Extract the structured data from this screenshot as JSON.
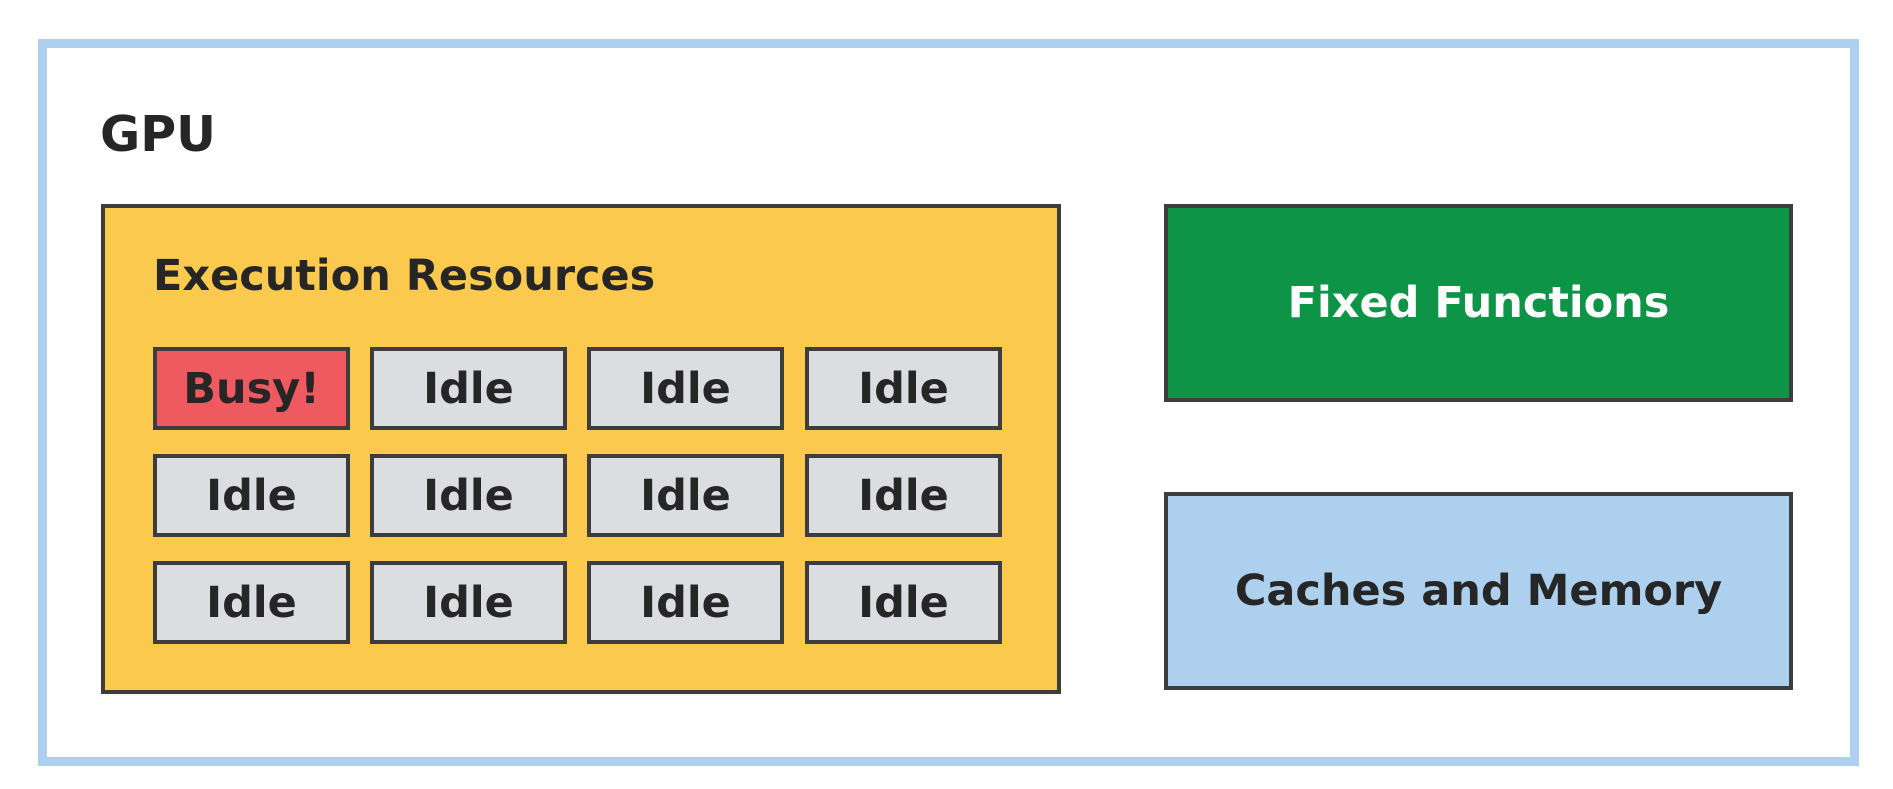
{
  "gpu": {
    "title": "GPU"
  },
  "execution_resources": {
    "title": "Execution Resources",
    "units": [
      [
        "Busy!",
        "Idle",
        "Idle",
        "Idle"
      ],
      [
        "Idle",
        "Idle",
        "Idle",
        "Idle"
      ],
      [
        "Idle",
        "Idle",
        "Idle",
        "Idle"
      ]
    ]
  },
  "fixed_functions": {
    "label": "Fixed Functions"
  },
  "caches_memory": {
    "label": "Caches and Memory"
  },
  "colors": {
    "frame_border": "#acd0ee",
    "execution_bg": "#fbc94d",
    "busy_unit": "#ef5a61",
    "idle_unit": "#dcdde0",
    "fixed_functions_bg": "#0d9447",
    "caches_memory_bg": "#acd0ee",
    "box_border": "#3d3d3d",
    "text_dark": "#262626"
  }
}
